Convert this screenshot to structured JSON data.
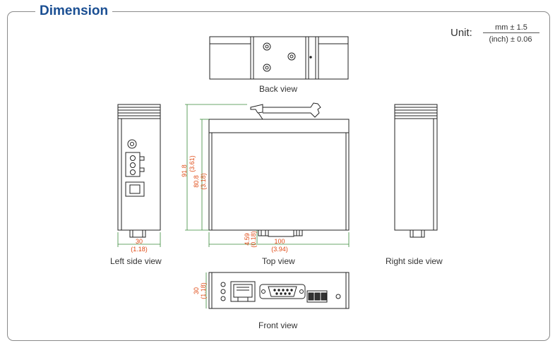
{
  "header": {
    "title": "Dimension"
  },
  "unit": {
    "label": "Unit:",
    "numerator": "mm ± 1.5",
    "denominator": "(inch) ± 0.06"
  },
  "views": {
    "back": "Back view",
    "left": "Left side view",
    "top": "Top view",
    "right": "Right side view",
    "front": "Front view"
  },
  "dimensions": {
    "height_total_mm": "91.8",
    "height_total_in": "(3.61)",
    "height_body_mm": "80.8",
    "height_body_in": "(3.18)",
    "width_mm": "100",
    "width_in": "(3.94)",
    "connector_mm": "4.59",
    "connector_in": "(0.18)",
    "depth_mm": "30",
    "depth_in": "(1.18)",
    "front_height_mm": "30",
    "front_height_in": "(1.18)"
  },
  "colors": {
    "title": "#1b4f93",
    "dimension": "#e04b16",
    "line": "#222222"
  }
}
